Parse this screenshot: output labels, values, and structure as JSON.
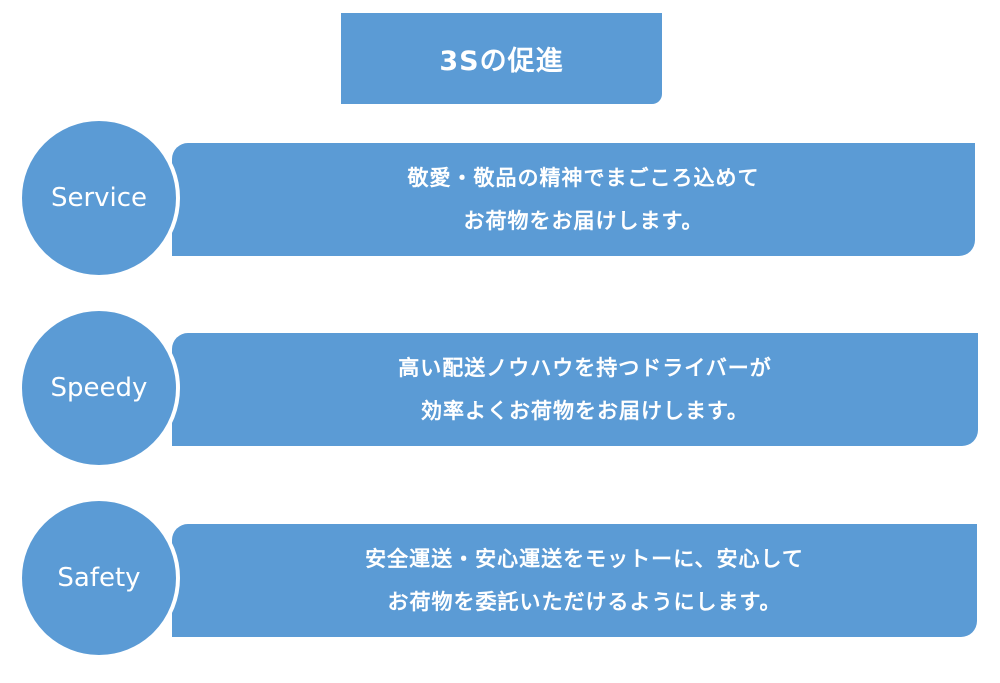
{
  "title": "3Sの促進",
  "items": [
    {
      "label": "Service",
      "lines": [
        "敬愛・敬品の精神でまごころ込めて",
        "お荷物をお届けします。"
      ]
    },
    {
      "label": "Speedy",
      "lines": [
        "高い配送ノウハウを持つドライバーが",
        "効率よくお荷物をお届けします。"
      ]
    },
    {
      "label": "Safety",
      "lines": [
        "安全運送・安心運送をモットーに、安心して",
        "お荷物を委託いただけるようにします。"
      ]
    }
  ],
  "colors": {
    "accent": "#5b9bd5",
    "text": "#ffffff"
  }
}
